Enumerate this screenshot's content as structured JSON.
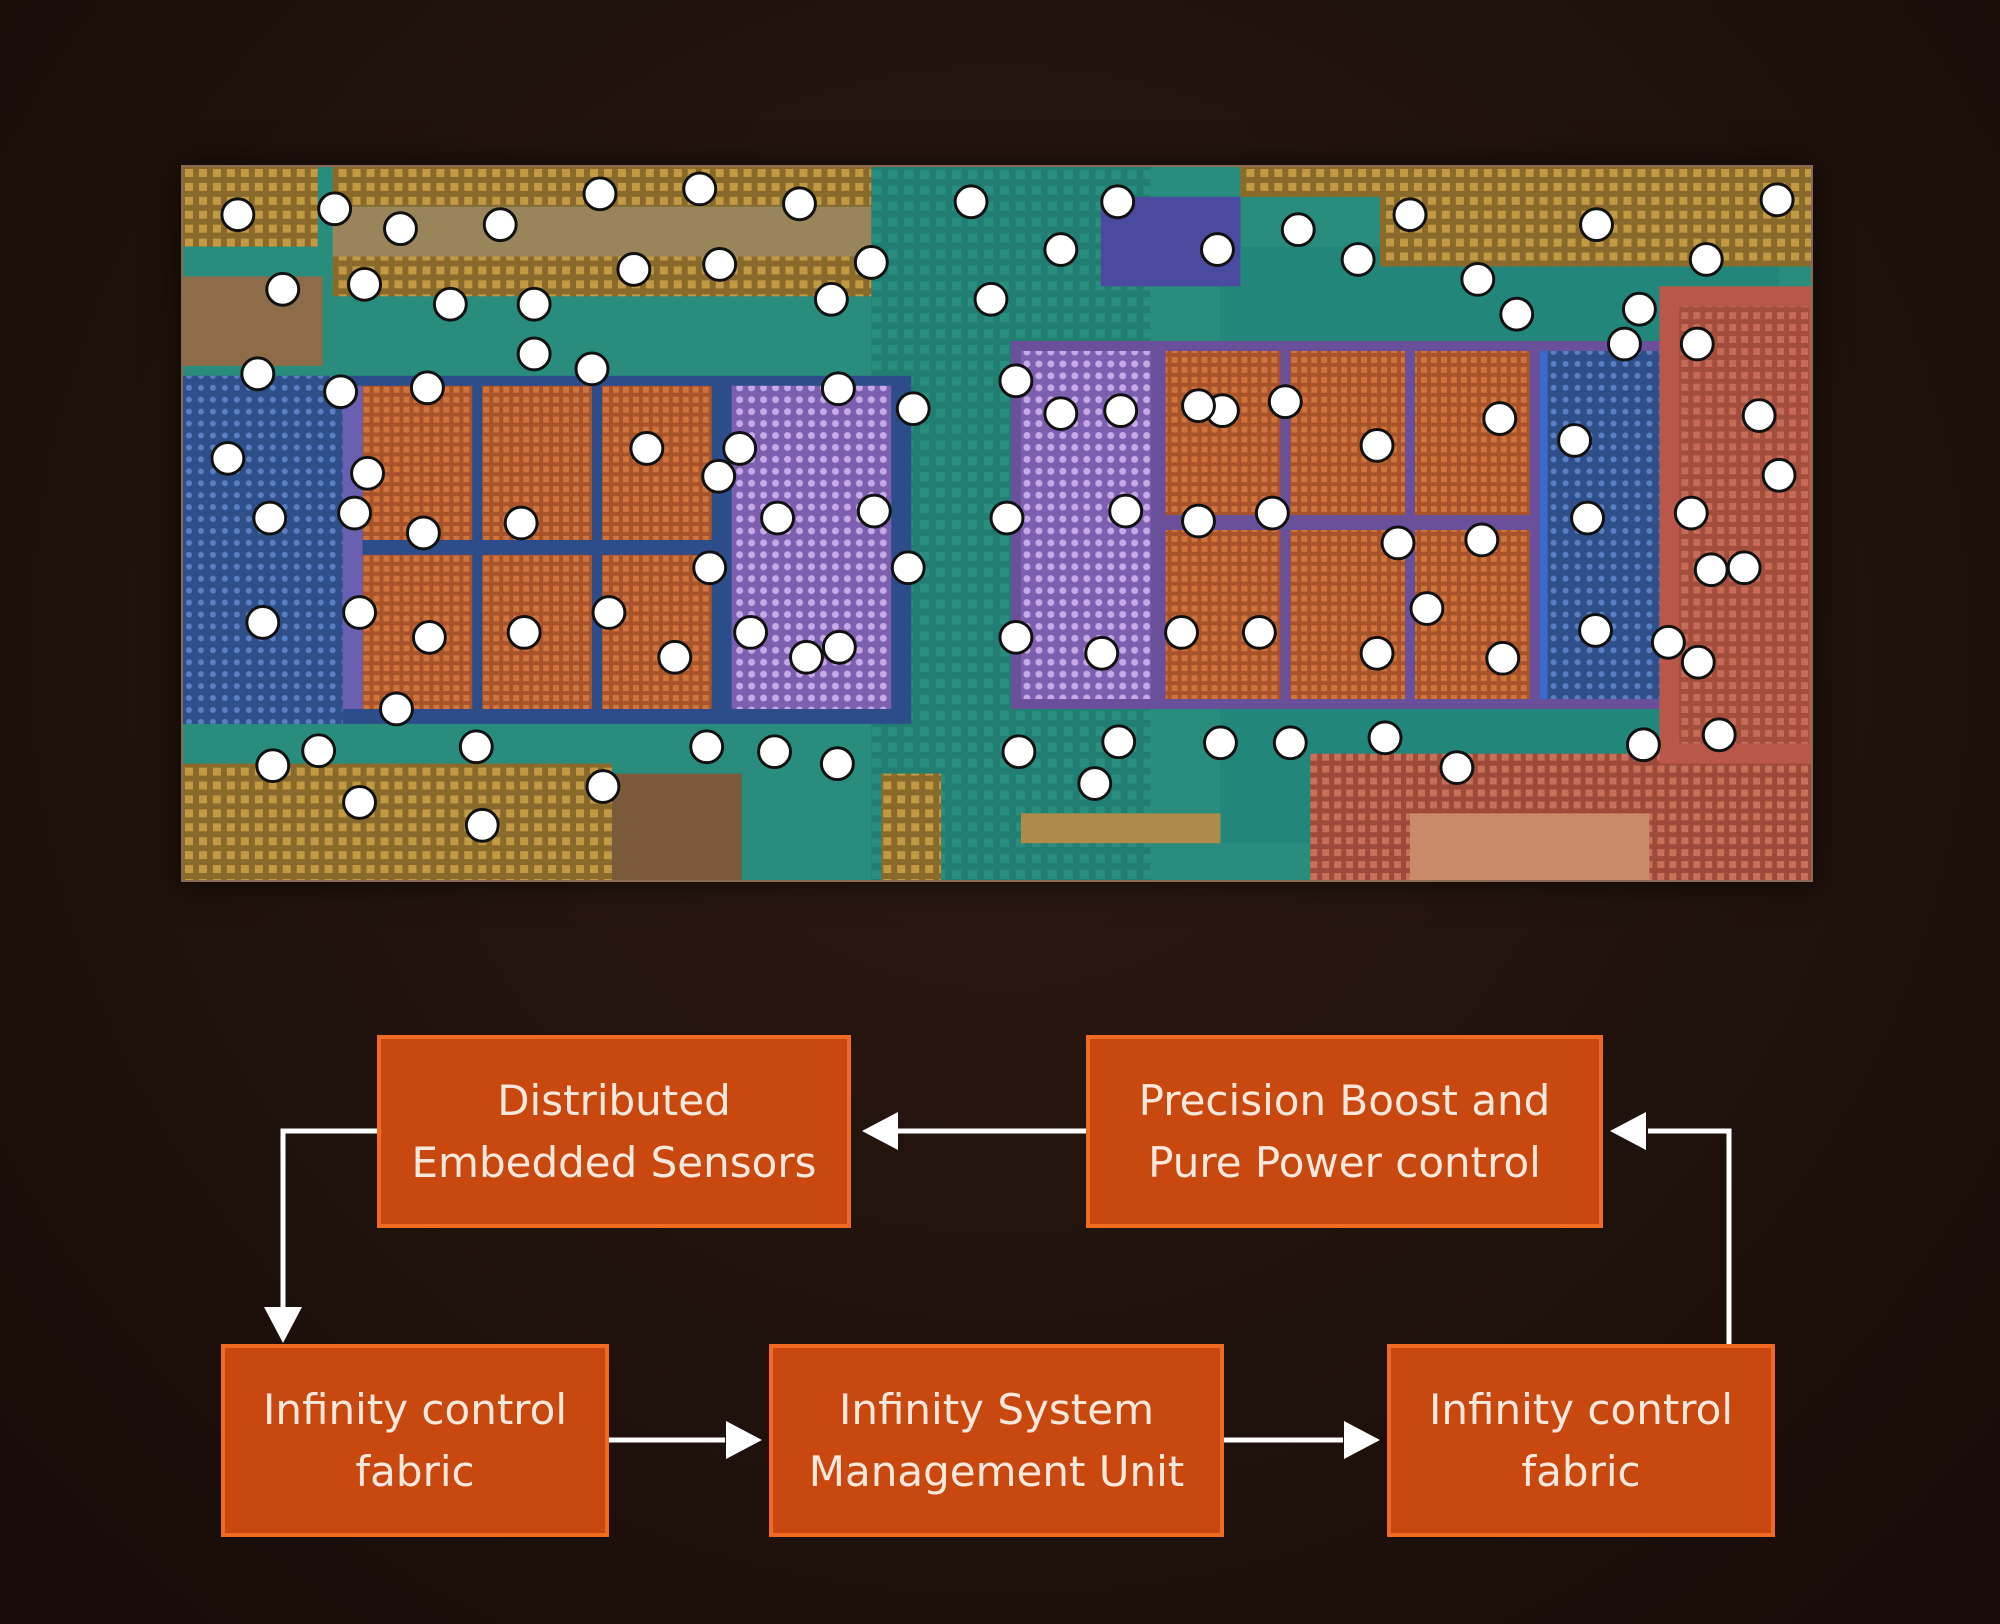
{
  "colors": {
    "background": "#22130d",
    "box_fill": "#c9480f",
    "box_border": "#f06a22",
    "box_text": "#fbe8dc",
    "arrow": "#ffffff",
    "sensor_fill": "#ffffff"
  },
  "die_image": {
    "sensor_count": 110
  },
  "diagram": {
    "sensors_box": {
      "line1": "Distributed",
      "line2": "Embedded Sensors"
    },
    "precision_box": {
      "line1": "Precision Boost and",
      "line2": "Pure Power control"
    },
    "fabric_left_box": {
      "line1": "Infinity control",
      "line2": "fabric"
    },
    "smu_box": {
      "line1": "Infinity System",
      "line2": "Management Unit"
    },
    "fabric_right_box": {
      "line1": "Infinity control",
      "line2": "fabric"
    }
  }
}
